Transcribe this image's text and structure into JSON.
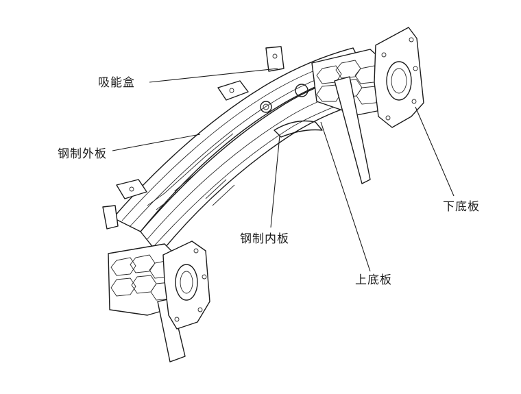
{
  "labels": [
    {
      "id": "crash-box",
      "text": "吸能盒"
    },
    {
      "id": "steel-outer-panel",
      "text": "钢制外板"
    },
    {
      "id": "steel-inner-panel",
      "text": "钢制内板"
    },
    {
      "id": "upper-base-plate",
      "text": "上底板"
    },
    {
      "id": "lower-base-plate",
      "text": "下底板"
    }
  ]
}
